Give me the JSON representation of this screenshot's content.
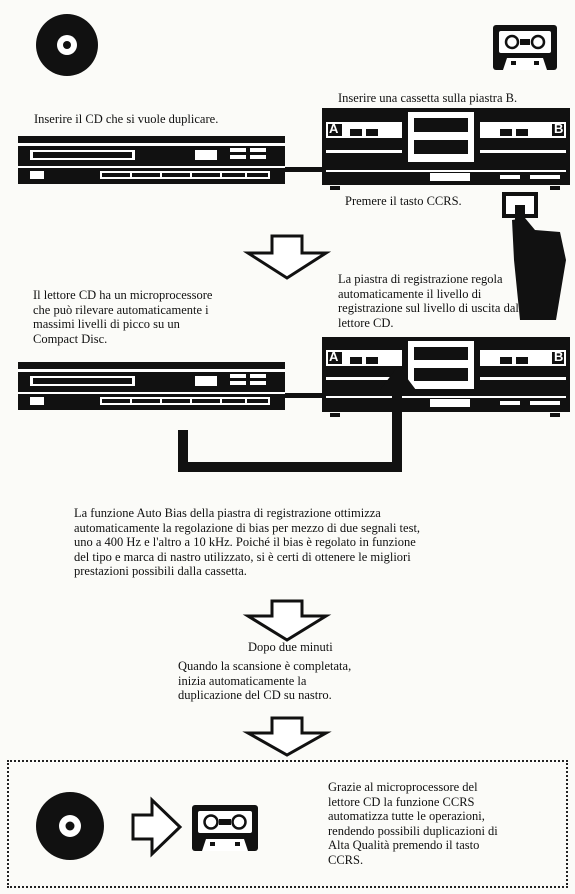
{
  "step1": {
    "cd_caption": "Inserire il CD che si vuole duplicare.",
    "cassette_caption": "Inserire una cassetta sulla piastra B.",
    "press_caption": "Premere il tasto CCRS.",
    "deck_label_a": "A",
    "deck_label_b": "B"
  },
  "step2": {
    "cd_text": "Il lettore CD ha un microprocessore\nche può rilevare automaticamente i\nmassimi livelli di picco su un\nCompact Disc.",
    "deck_text": "La piastra di registrazione regola\nautomaticamente il livello di\nregistrazione sul livello di uscita dal\nlettore CD.",
    "deck_label_a": "A",
    "deck_label_b": "B"
  },
  "step3": {
    "auto_bias_text": "La funzione Auto Bias della piastra di registrazione ottimizza\nautomaticamente la regolazione di bias per mezzo di due segnali test,\nuno a 400 Hz e l'altro a 10 kHz. Poiché il bias è regolato in funzione\ndel tipo e marca di nastro utilizzato, si è certi di ottenere le migliori\nprestazioni possibili dalla cassetta.",
    "after_label": "Dopo due minuti",
    "completion_text": "Quando la scansione è completata,\ninizia automaticamente la\nduplicazione del CD su nastro."
  },
  "summary": {
    "text": "Grazie al microprocessore del\nlettore CD la funzione CCRS\nautomatizza tutte le operazioni,\nrendendo possibili duplicazioni di\nAlta Qualità premendo il tasto\nCCRS."
  }
}
